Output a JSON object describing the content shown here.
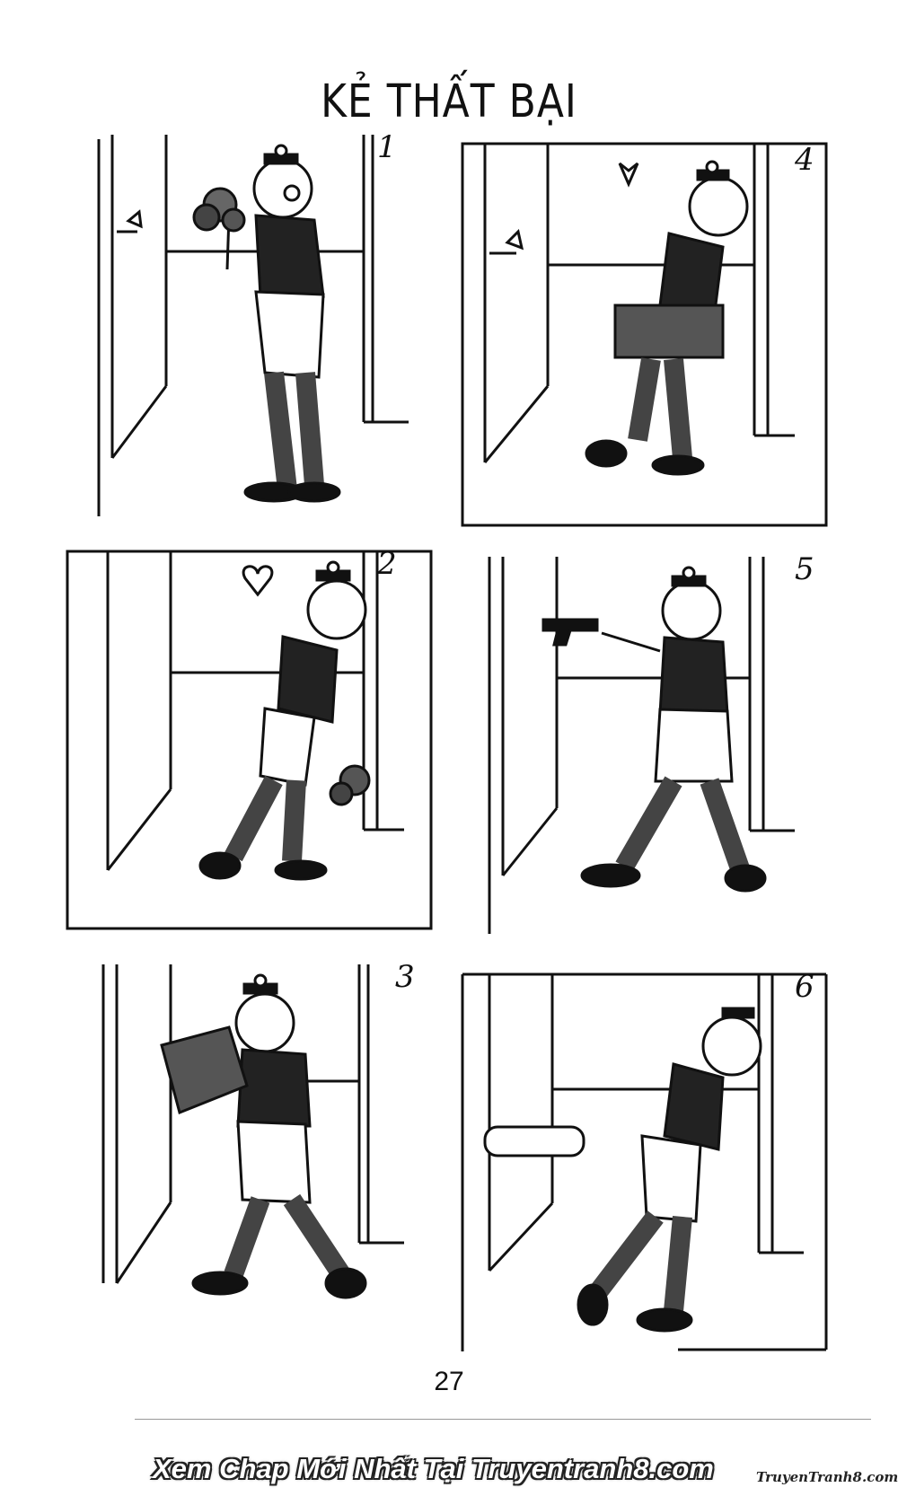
{
  "page": {
    "title": "KẺ THẤT BẠI",
    "page_number": "27"
  },
  "panels": [
    {
      "number": "1"
    },
    {
      "number": "4"
    },
    {
      "number": "2"
    },
    {
      "number": "5"
    },
    {
      "number": "3"
    },
    {
      "number": "6"
    }
  ],
  "footer": {
    "watermark": "Xem Chap Mới Nhất Tại Truyentranh8.com",
    "logo": "TruyenTranh8.com"
  }
}
